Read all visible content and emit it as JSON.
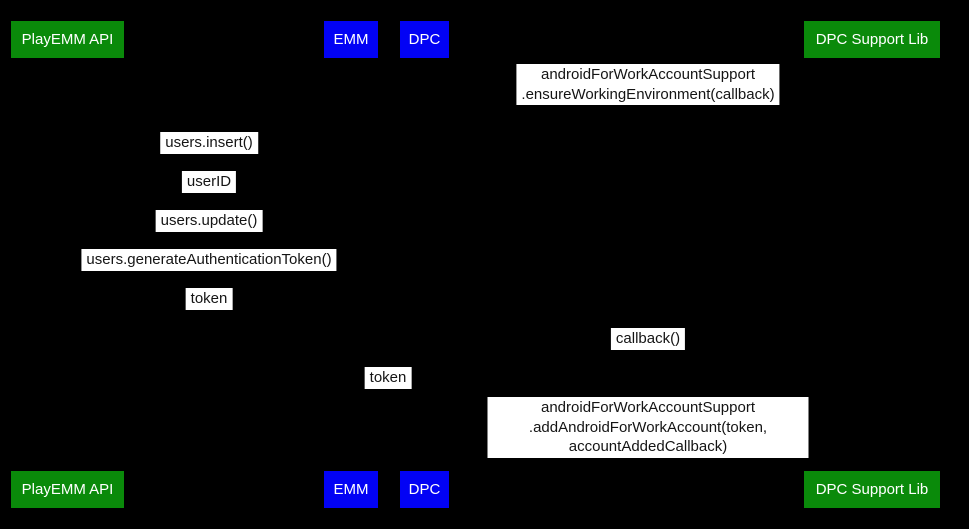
{
  "diagram": {
    "type": "sequence-diagram",
    "background_color": "#000000",
    "label_background_color": "#ffffff",
    "actor_colors": {
      "green": "#0a8a0a",
      "blue": "#0202f5"
    },
    "actors": [
      {
        "label": "PlayEMM API",
        "color": "#0a8a0a"
      },
      {
        "label": "EMM",
        "color": "#0202f5"
      },
      {
        "label": "DPC",
        "color": "#0202f5"
      },
      {
        "label": "DPC Support Lib",
        "color": "#0a8a0a"
      }
    ],
    "messages": [
      {
        "text": "androidForWorkAccountSupport\n.ensureWorkingEnvironment(callback)"
      },
      {
        "text": "users.insert()"
      },
      {
        "text": "userID"
      },
      {
        "text": "users.update()"
      },
      {
        "text": "users.generateAuthenticationToken()"
      },
      {
        "text": "token"
      },
      {
        "text": "callback()"
      },
      {
        "text": "token"
      },
      {
        "text": "androidForWorkAccountSupport\n.addAndroidForWorkAccount(token, accountAddedCallback)"
      }
    ]
  }
}
